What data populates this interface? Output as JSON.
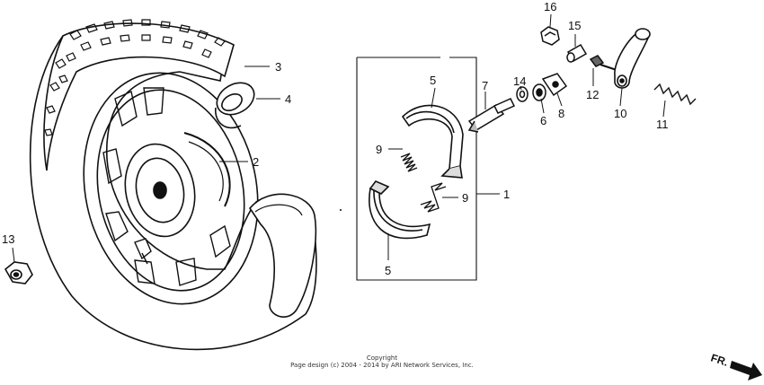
{
  "callouts": {
    "c1": "1",
    "c2": "2",
    "c3": "3",
    "c4": "4",
    "c5a": "5",
    "c5b": "5",
    "c6": "6",
    "c7": "7",
    "c8": "8",
    "c9a": "9",
    "c9b": "9",
    "c10": "10",
    "c11": "11",
    "c12": "12",
    "c13": "13",
    "c14": "14",
    "c15": "15",
    "c16": "16"
  },
  "direction_label": "FR.",
  "copyright": {
    "line1": "Copyright",
    "line2": "Page design (c) 2004 - 2014 by ARI Network Services, Inc."
  },
  "colors": {
    "ink": "#111111",
    "paper": "#ffffff",
    "shade": "#555555"
  }
}
